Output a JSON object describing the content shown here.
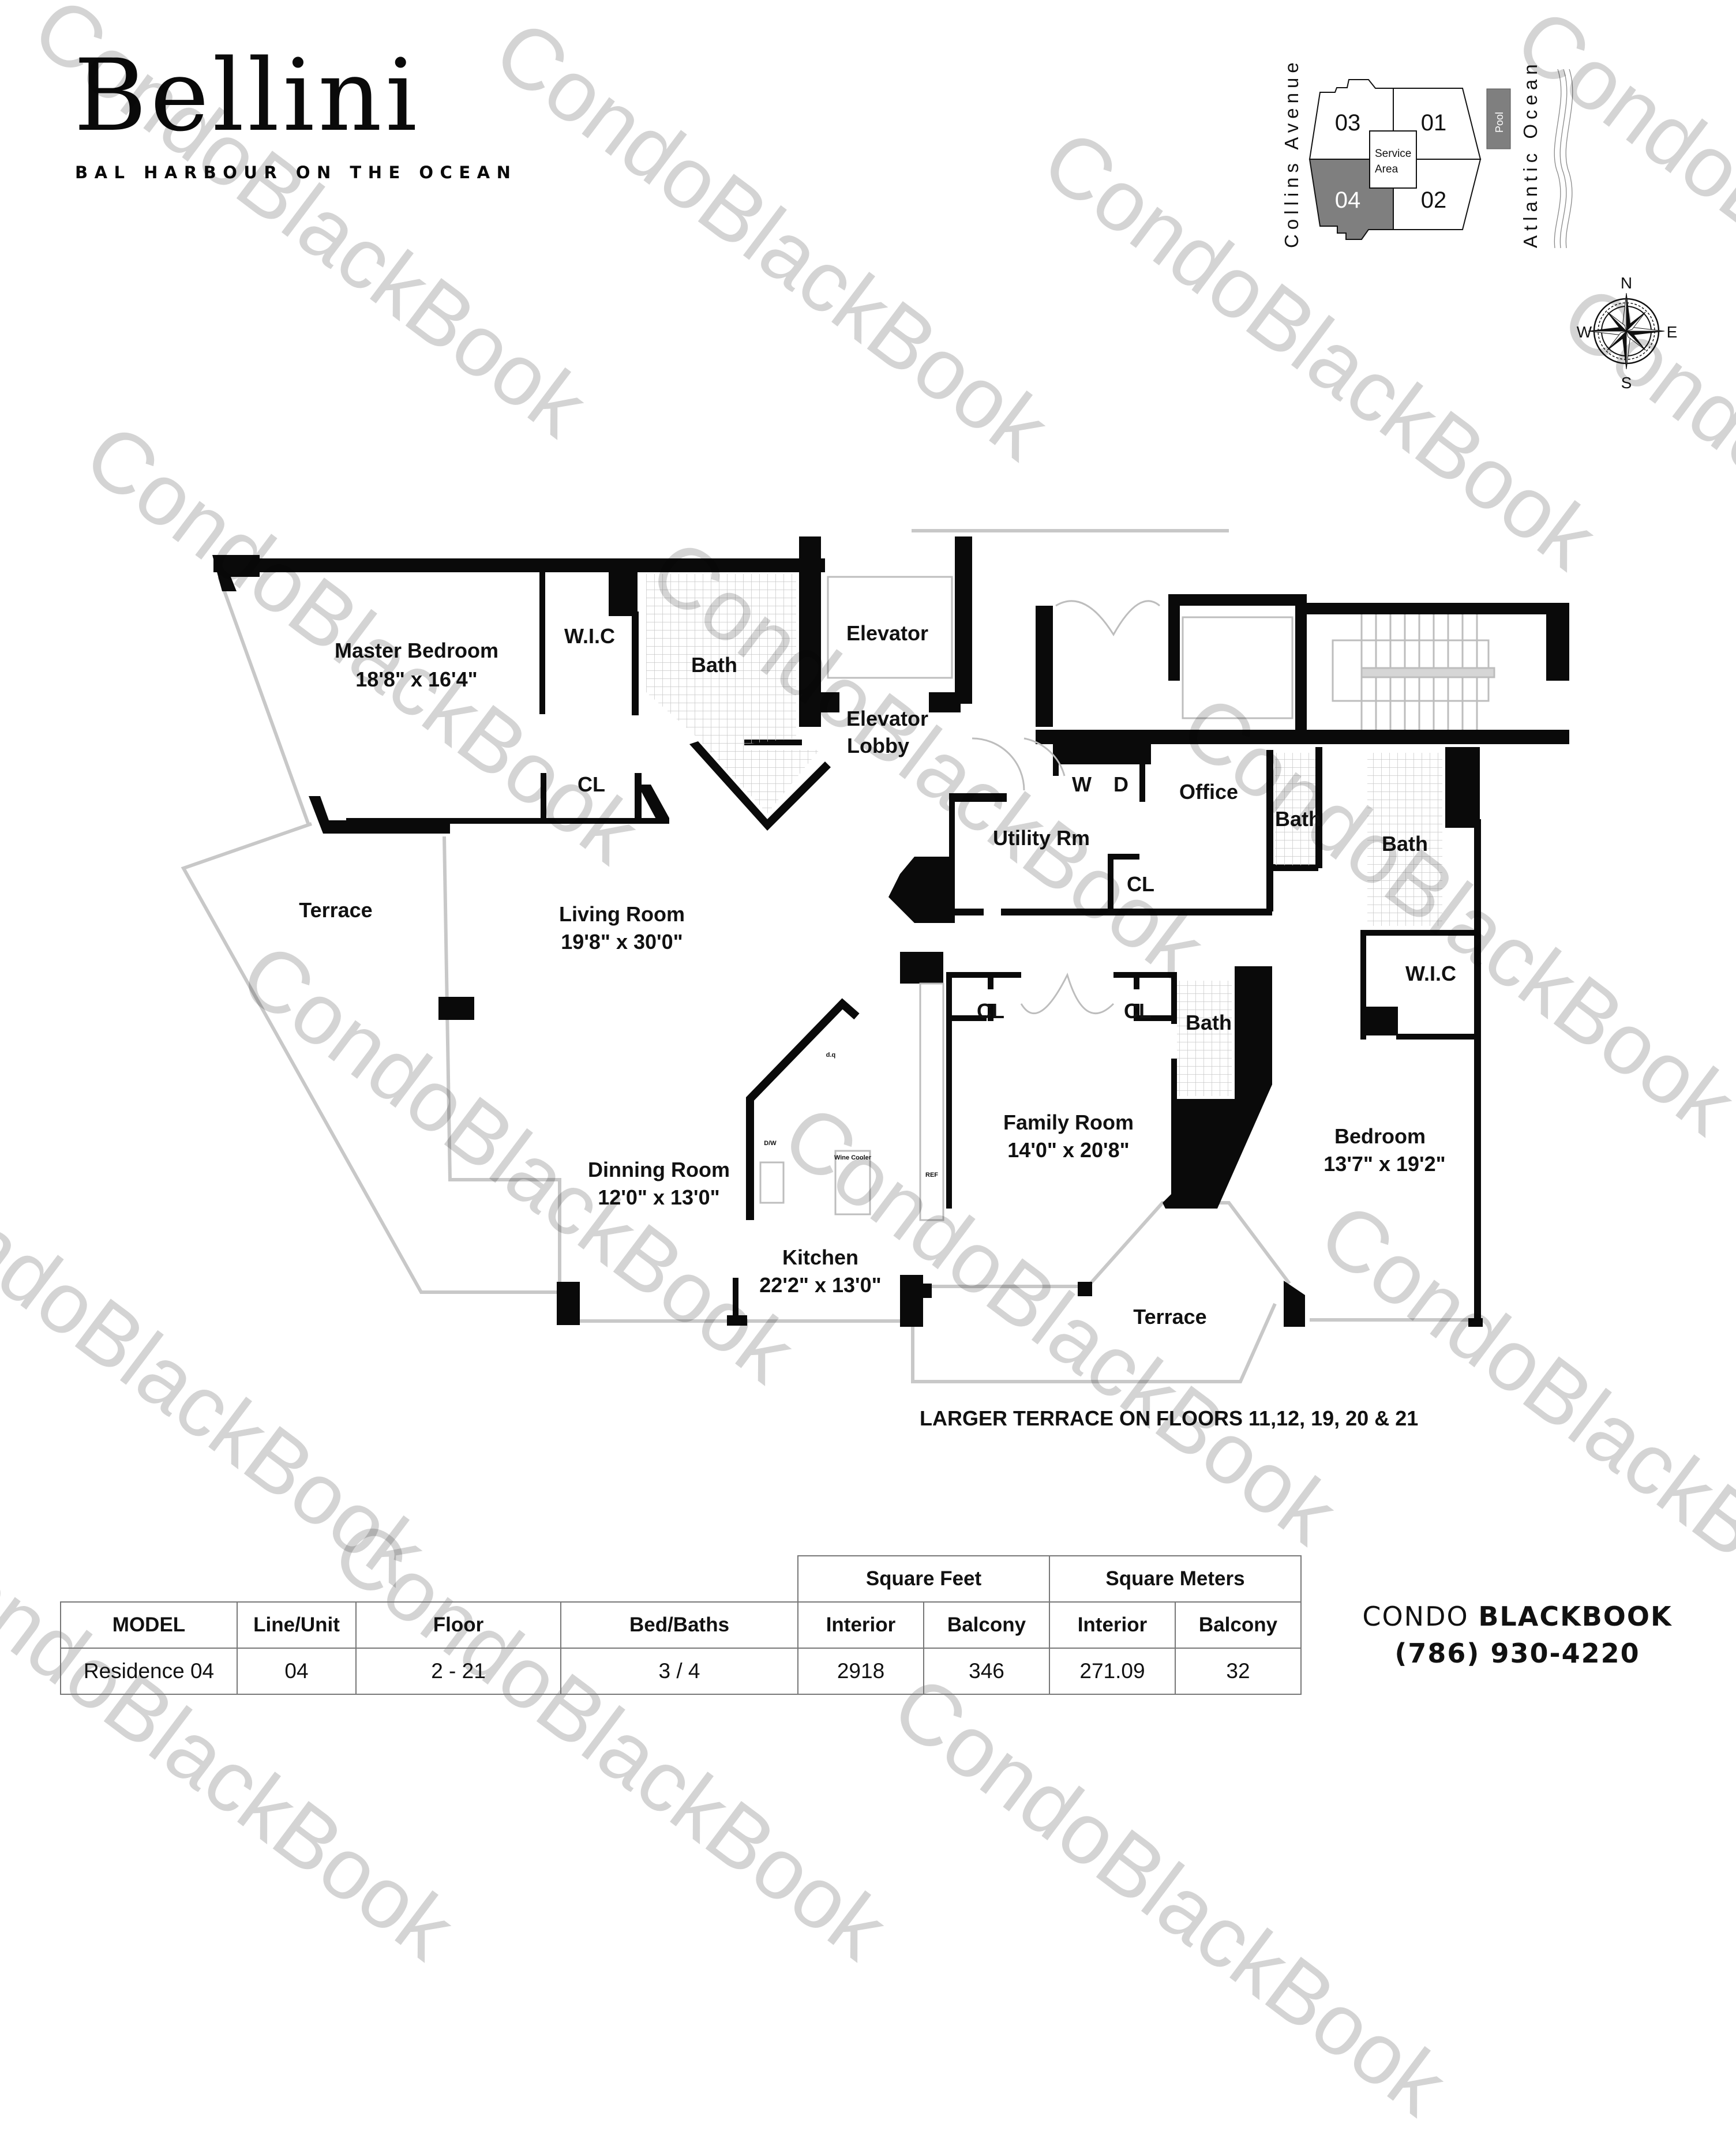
{
  "logo": {
    "name": "Bellini",
    "tagline": "BAL HARBOUR ON THE OCEAN"
  },
  "keyplan": {
    "street_label": "Collins Avenue",
    "ocean_label": "Atlantic Ocean",
    "pool_label": "Pool",
    "service_label_line1": "Service",
    "service_label_line2": "Area",
    "units": [
      {
        "id": "03",
        "highlighted": false
      },
      {
        "id": "01",
        "highlighted": false
      },
      {
        "id": "04",
        "highlighted": true
      },
      {
        "id": "02",
        "highlighted": false
      }
    ],
    "highlight_color": "#7f7f7f"
  },
  "compass": {
    "n": "N",
    "s": "S",
    "e": "E",
    "w": "W"
  },
  "floorplan": {
    "rooms": {
      "master_bedroom": {
        "name": "Master Bedroom",
        "dims": "18'8\" x 16'4\""
      },
      "wic_master": {
        "name": "W.I.C"
      },
      "bath_master": {
        "name": "Bath"
      },
      "elevator": {
        "name": "Elevator"
      },
      "elevator_lobby_1": {
        "name": "Elevator"
      },
      "elevator_lobby_2": {
        "name": "Lobby"
      },
      "cl_master": {
        "name": "CL"
      },
      "terrace_west": {
        "name": "Terrace"
      },
      "living_room": {
        "name": "Living Room",
        "dims": "19'8\" x 30'0\""
      },
      "dining_room": {
        "name": "Dinning Room",
        "dims": "12'0\" x 13'0\""
      },
      "kitchen": {
        "name": "Kitchen",
        "dims": "22'2\" x 13'0\""
      },
      "washer": {
        "name": "W"
      },
      "dryer": {
        "name": "D"
      },
      "utility": {
        "name": "Utility Rm"
      },
      "office": {
        "name": "Office"
      },
      "cl_office": {
        "name": "CL"
      },
      "bath_office": {
        "name": "Bath"
      },
      "bath_bedroom": {
        "name": "Bath"
      },
      "wic_bedroom": {
        "name": "W.I.C"
      },
      "cl_family_left": {
        "name": "CL"
      },
      "cl_family_right": {
        "name": "CL"
      },
      "bath_family": {
        "name": "Bath"
      },
      "family_room": {
        "name": "Family Room",
        "dims": "14'0\" x 20'8\""
      },
      "bedroom": {
        "name": "Bedroom",
        "dims": "13'7\" x 19'2\""
      },
      "terrace_south": {
        "name": "Terrace"
      }
    },
    "appliances": {
      "dq": "d.q",
      "dw": "D/W",
      "wine": "Wine Cooler",
      "ref": "REF"
    },
    "note": "LARGER TERRACE ON FLOORS 11,12, 19, 20 & 21"
  },
  "specs": {
    "group_headers": {
      "sqft": "Square Feet",
      "sqm": "Square Meters"
    },
    "columns": [
      "MODEL",
      "Line/Unit",
      "Floor",
      "Bed/Baths",
      "Interior",
      "Balcony",
      "Interior",
      "Balcony"
    ],
    "row": [
      "Residence 04",
      "04",
      "2 - 21",
      "3 / 4",
      "2918",
      "346",
      "271.09",
      "32"
    ]
  },
  "brand": {
    "name_light": "CONDO ",
    "name_bold": "BLACKBOOK",
    "phone": "(786) 930-4220"
  },
  "watermark": "CondoBlackBook"
}
